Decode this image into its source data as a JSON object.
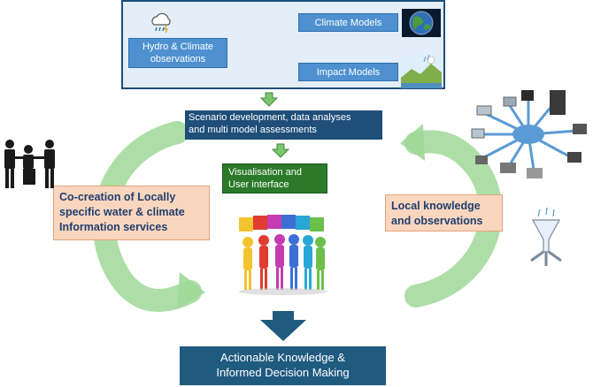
{
  "top_panel": {
    "hydro_obs": "Hydro & Climate observations",
    "climate_models": "Climate Models",
    "impact_models": "Impact Models"
  },
  "scenario": {
    "line1": "Scenario development, data analyses",
    "line2": "and multi model assessments"
  },
  "visualisation": {
    "line1": "Visualisation and",
    "line2": "User interface"
  },
  "cocreation": {
    "line1": "Co-creation of Locally",
    "line2": "specific water & climate",
    "line3": "Information services"
  },
  "local": {
    "line1": "Local knowledge",
    "line2": "and observations"
  },
  "final": {
    "line1": "Actionable Knowledge &",
    "line2": "Informed Decision Making"
  },
  "colors": {
    "dark_blue": "#1f4e79",
    "light_blue": "#4f91d0",
    "green": "#2a7a2a",
    "light_green": "#92d28a",
    "peach": "#fbd6bf",
    "final_blue": "#1f5a7f"
  },
  "icons": [
    "rain-cloud-icon",
    "earth-globe-icon",
    "landscape-icon",
    "people-meeting-icon",
    "puzzle-people-icon",
    "network-devices-icon",
    "rain-gauge-icon"
  ]
}
